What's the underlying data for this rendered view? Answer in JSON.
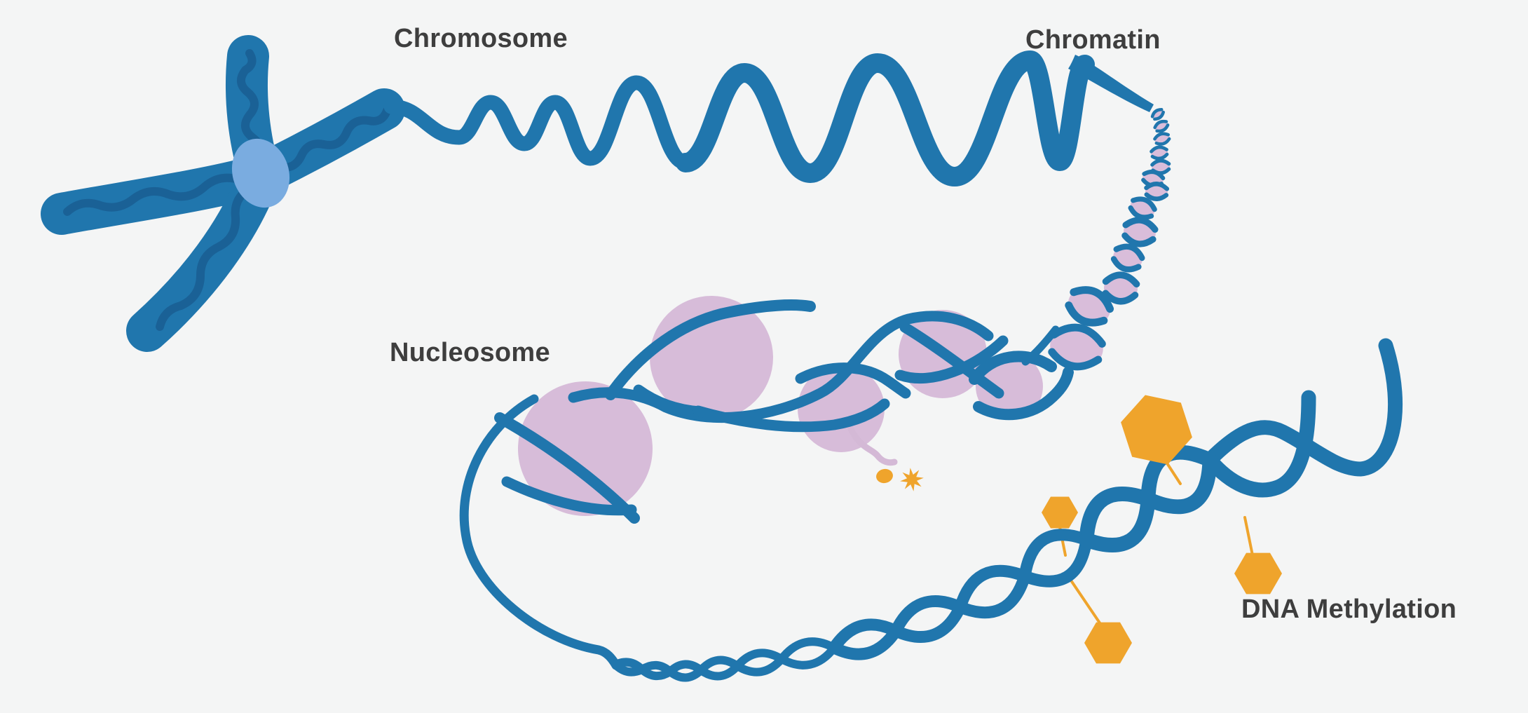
{
  "labels": {
    "chromosome": "Chromosome",
    "chromatin": "Chromatin",
    "nucleosome": "Nucleosome",
    "dna_methylation": "DNA Methylation"
  },
  "colors": {
    "background": "#f4f5f5",
    "strand_blue": "#2076ad",
    "chromosome_inner_blue": "#1a6196",
    "centromere_blue": "#7aace0",
    "nucleosome_purple": "#d7bcd9",
    "bead_purple": "#d9bdda",
    "histone_tail_purple": "#d4b9d6",
    "methyl_orange": "#efa42c",
    "label_text": "#3e3e3e"
  },
  "structures": [
    {
      "name": "chromosome",
      "label": "Chromosome"
    },
    {
      "name": "chromatin-fiber",
      "label": "Chromatin"
    },
    {
      "name": "nucleosome-bead-chain",
      "label": ""
    },
    {
      "name": "nucleosome-cores",
      "label": "Nucleosome"
    },
    {
      "name": "histone-tail-modifications",
      "label": ""
    },
    {
      "name": "dna-double-helix",
      "label": ""
    },
    {
      "name": "methyl-groups",
      "label": "DNA Methylation"
    }
  ]
}
